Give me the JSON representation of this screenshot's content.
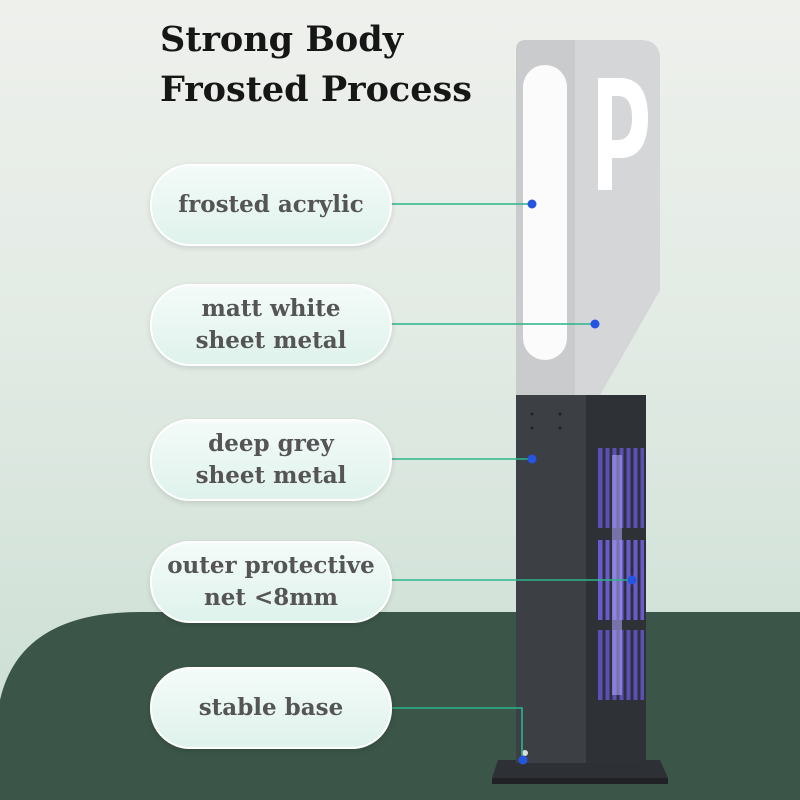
{
  "title": {
    "line1": "Strong Body",
    "line2": "Frosted Process"
  },
  "callouts": [
    {
      "lines": [
        "frosted acrylic"
      ]
    },
    {
      "lines": [
        "matt white",
        "sheet metal"
      ]
    },
    {
      "lines": [
        "deep grey",
        "sheet metal"
      ]
    },
    {
      "lines": [
        "outer protective",
        "net <8mm"
      ]
    },
    {
      "lines": [
        "stable base"
      ]
    }
  ],
  "colors": {
    "leader_line": "#2bb58a",
    "dot": "#2455e0",
    "dark_ground": "#3b5548"
  }
}
